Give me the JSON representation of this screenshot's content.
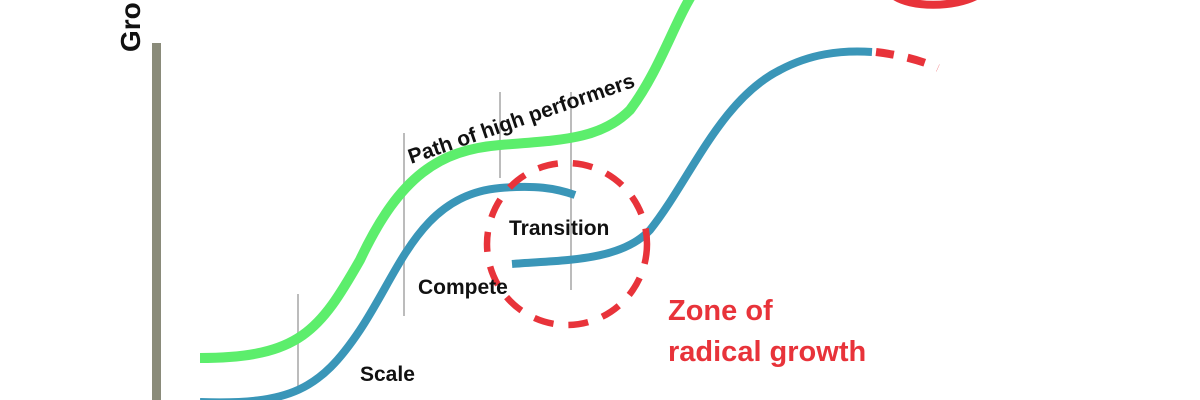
{
  "axis": {
    "y_title": "Gro"
  },
  "labels": {
    "path_high_performers": "Path of high performers",
    "transition": "Transition",
    "compete": "Compete",
    "scale": "Scale"
  },
  "zone": {
    "line1": "Zone of",
    "line2": "radical growth"
  },
  "colors": {
    "high_performers_curve": "#5cee6c",
    "main_curve": "#3a96b8",
    "zone": "#e8333a",
    "axis": "#8a8b7a",
    "stage_divider": "#bcbcbc",
    "text": "#111111"
  }
}
